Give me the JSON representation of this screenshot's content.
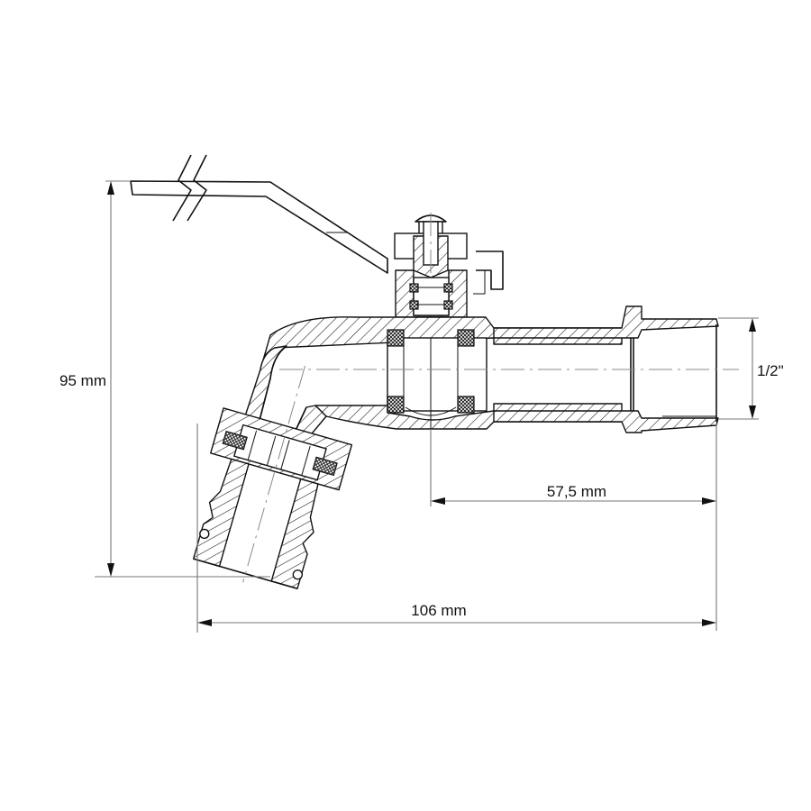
{
  "drawing": {
    "subject": "Ball valve garden tap with hose connector (sectional view)",
    "colors": {
      "line": "#111111",
      "dimension_line": "#777777",
      "background": "#ffffff"
    }
  },
  "dimensions": {
    "height": {
      "label": "95 mm",
      "orientation": "vertical"
    },
    "thread": {
      "label": "1/2\"",
      "orientation": "vertical"
    },
    "body_length": {
      "label": "57,5 mm",
      "orientation": "horizontal"
    },
    "total_length": {
      "label": "106 mm",
      "orientation": "horizontal"
    }
  }
}
